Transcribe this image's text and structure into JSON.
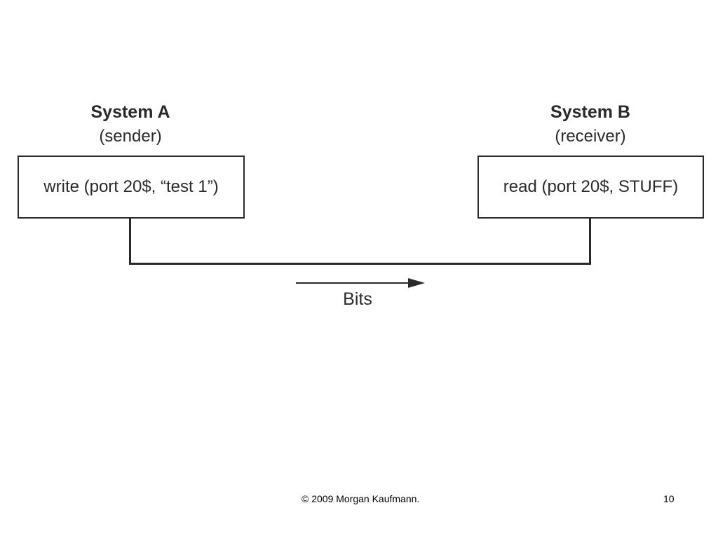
{
  "diagram": {
    "system_a": {
      "title": "System A",
      "role": "(sender)",
      "call": "write (port 20$, “test 1”)"
    },
    "system_b": {
      "title": "System B",
      "role": "(receiver)",
      "call": "read (port 20$, STUFF)"
    },
    "transfer_label": "Bits"
  },
  "footer": {
    "copyright": "© 2009 Morgan Kaufmann.",
    "page_number": "10"
  },
  "colors": {
    "ink": "#2a2a2a",
    "background": "#ffffff"
  }
}
